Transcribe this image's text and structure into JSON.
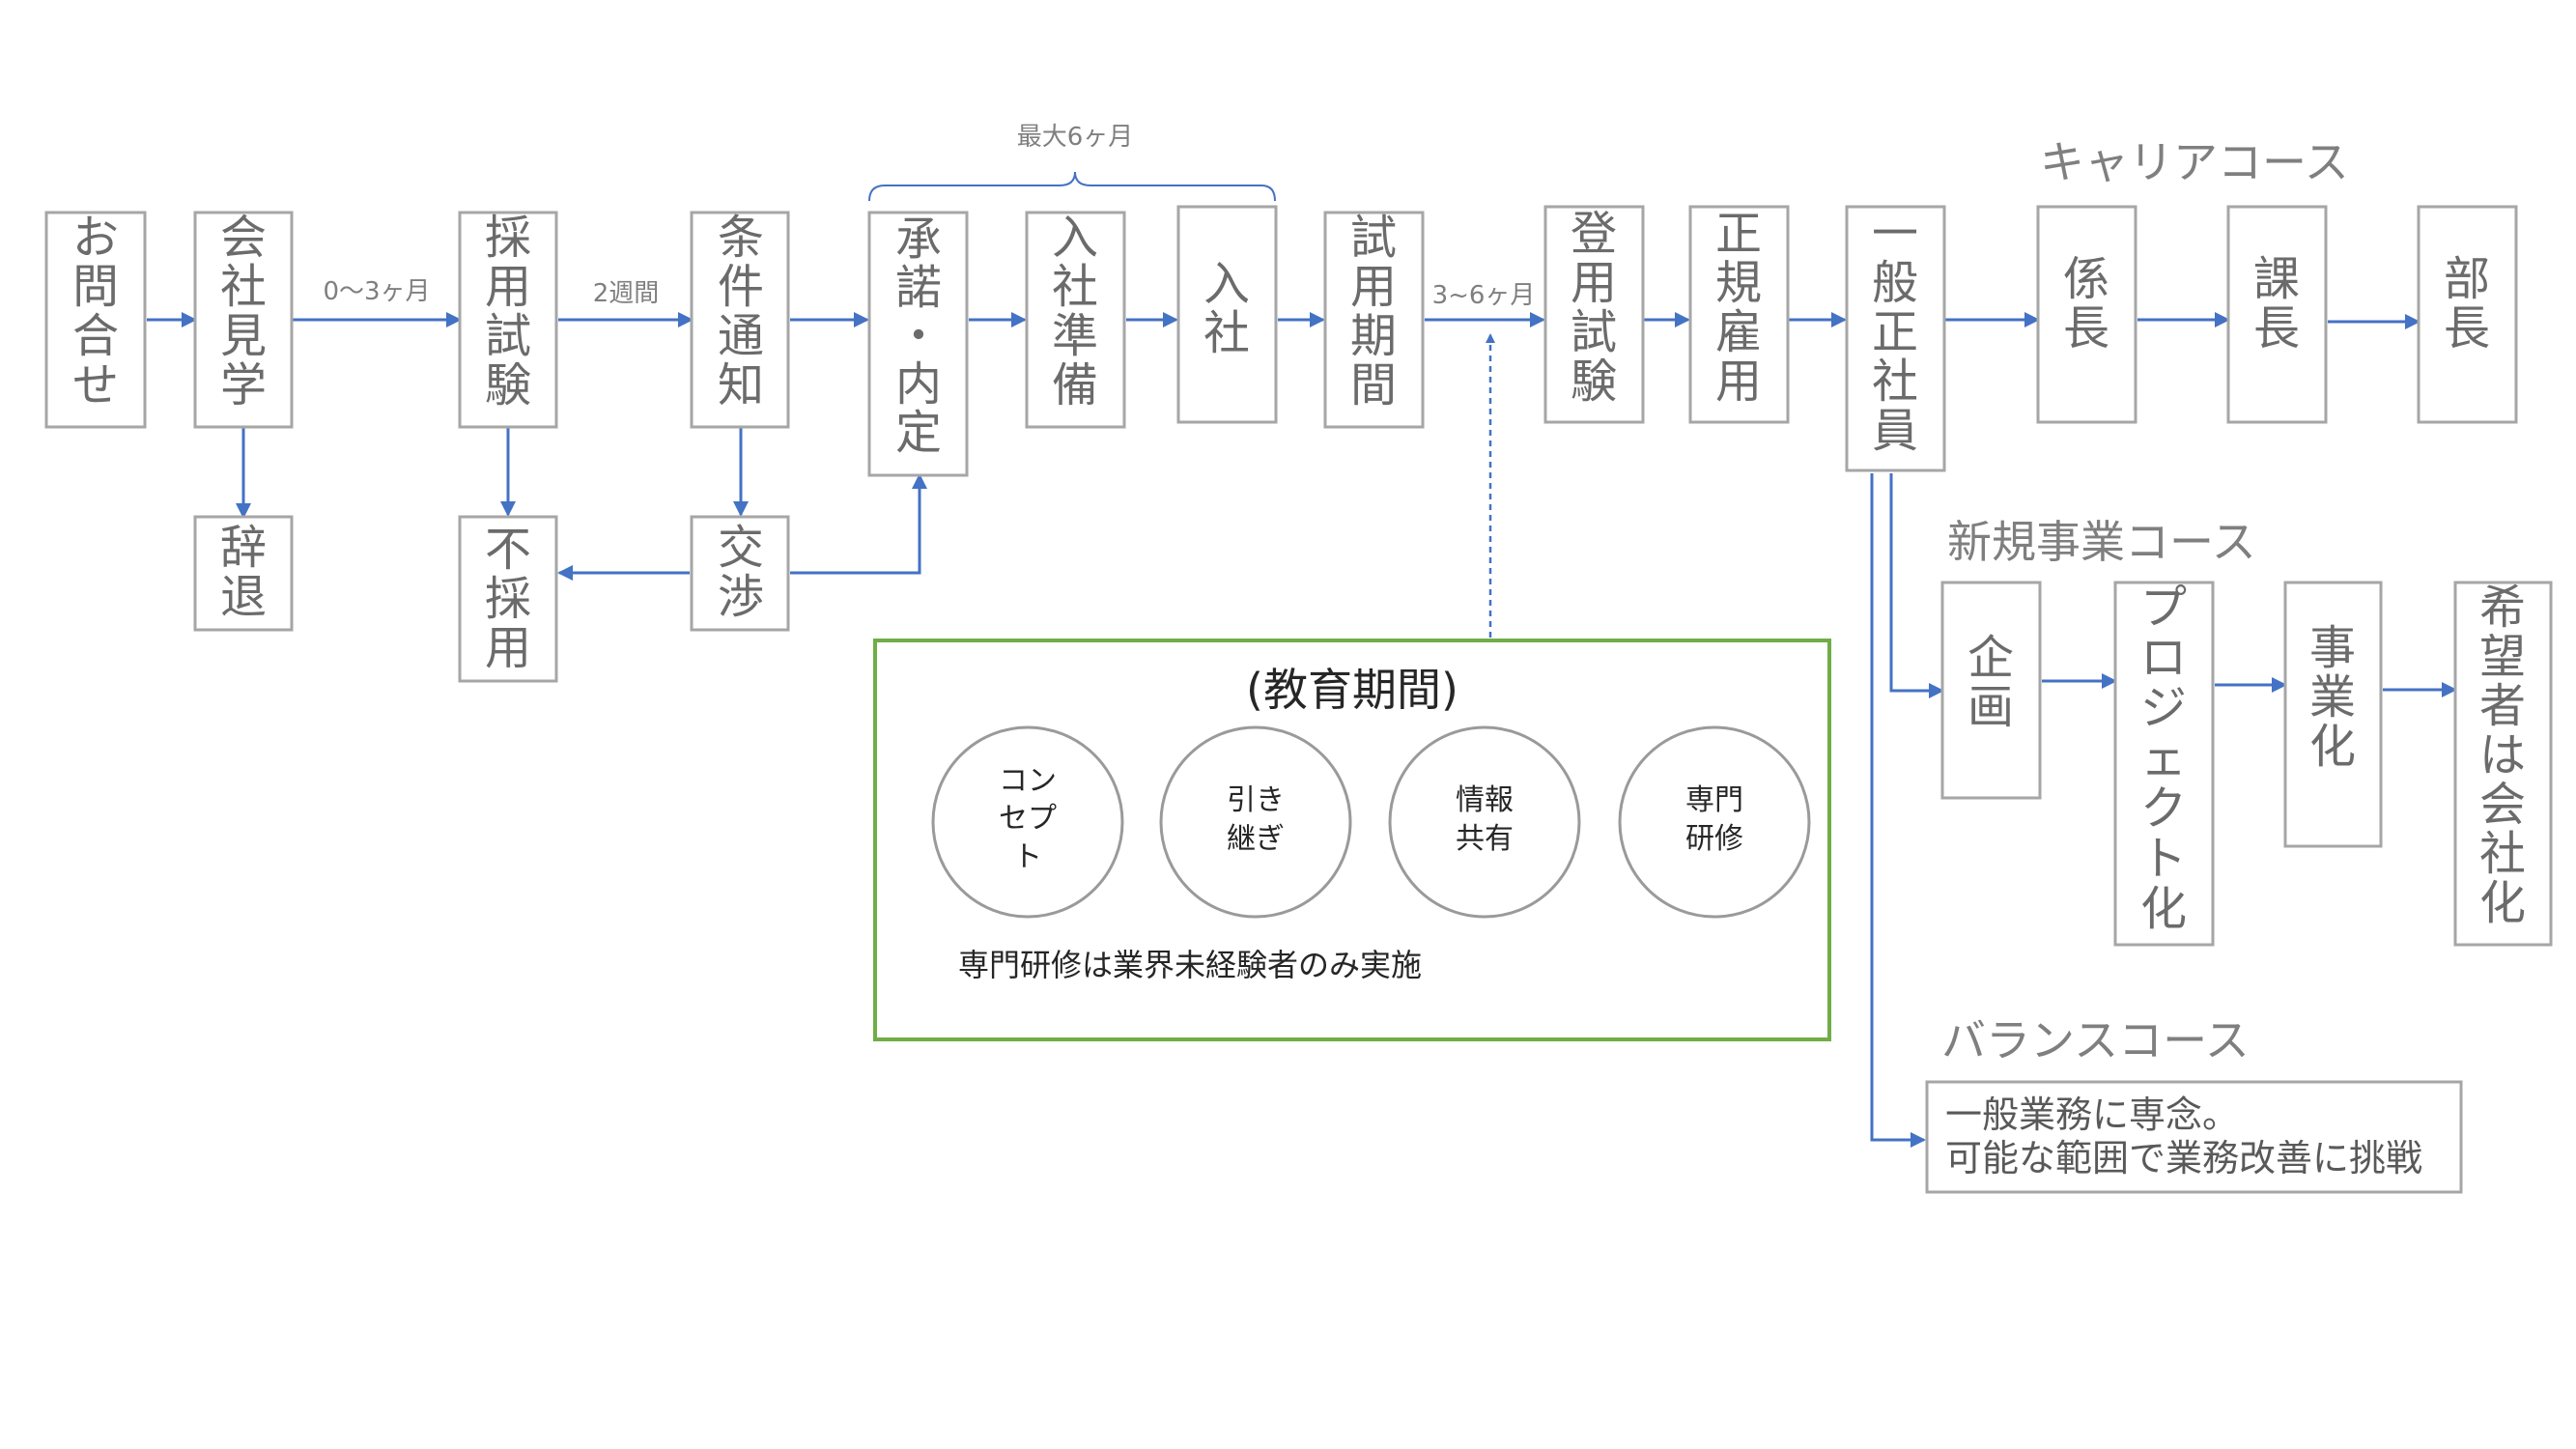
{
  "nodes": {
    "inquiry": "お問合せ",
    "company_visit": "会社見学",
    "decline": "辞退",
    "recruit_exam": "採用試験",
    "not_hired": "不採用",
    "terms_notice": "条件通知",
    "negotiation": "交渉",
    "acceptance_offer": "承諾・内定",
    "join_prep": "入社準備",
    "join": "入社",
    "trial_period": "試用期間",
    "promotion_exam": "登用試験",
    "regular_employment": "正規雇用",
    "general_employee": "一般正社員",
    "chief": "係長",
    "section_manager": "課長",
    "department_manager": "部長",
    "planning": "企画",
    "project": "プロジェクト化",
    "business": "事業化",
    "incorporate": "希望者は会社化"
  },
  "labels": {
    "zero_three_months": "0〜3ヶ月",
    "two_weeks": "2週間",
    "max_six_months": "最大6ヶ月",
    "three_six_months": "3~6ヶ月"
  },
  "courses": {
    "career": "キャリアコース",
    "new_business": "新規事業コース",
    "balance": "バランスコース",
    "balance_text_line1": "一般業務に専念。",
    "balance_text_line2": "可能な範囲で業務改善に挑戦"
  },
  "education": {
    "title": "(教育期間)",
    "circles": [
      {
        "line1": "コン",
        "line2": "セプ",
        "line3": "ト"
      },
      {
        "line1": "引き",
        "line2": "継ぎ"
      },
      {
        "line1": "情報",
        "line2": "共有"
      },
      {
        "line1": "専門",
        "line2": "研修"
      }
    ],
    "note": "専門研修は業界未経験者のみ実施"
  },
  "colors": {
    "arrow": "#4472c4",
    "education_border": "#70ad47",
    "box_border": "#a6a6a6"
  }
}
